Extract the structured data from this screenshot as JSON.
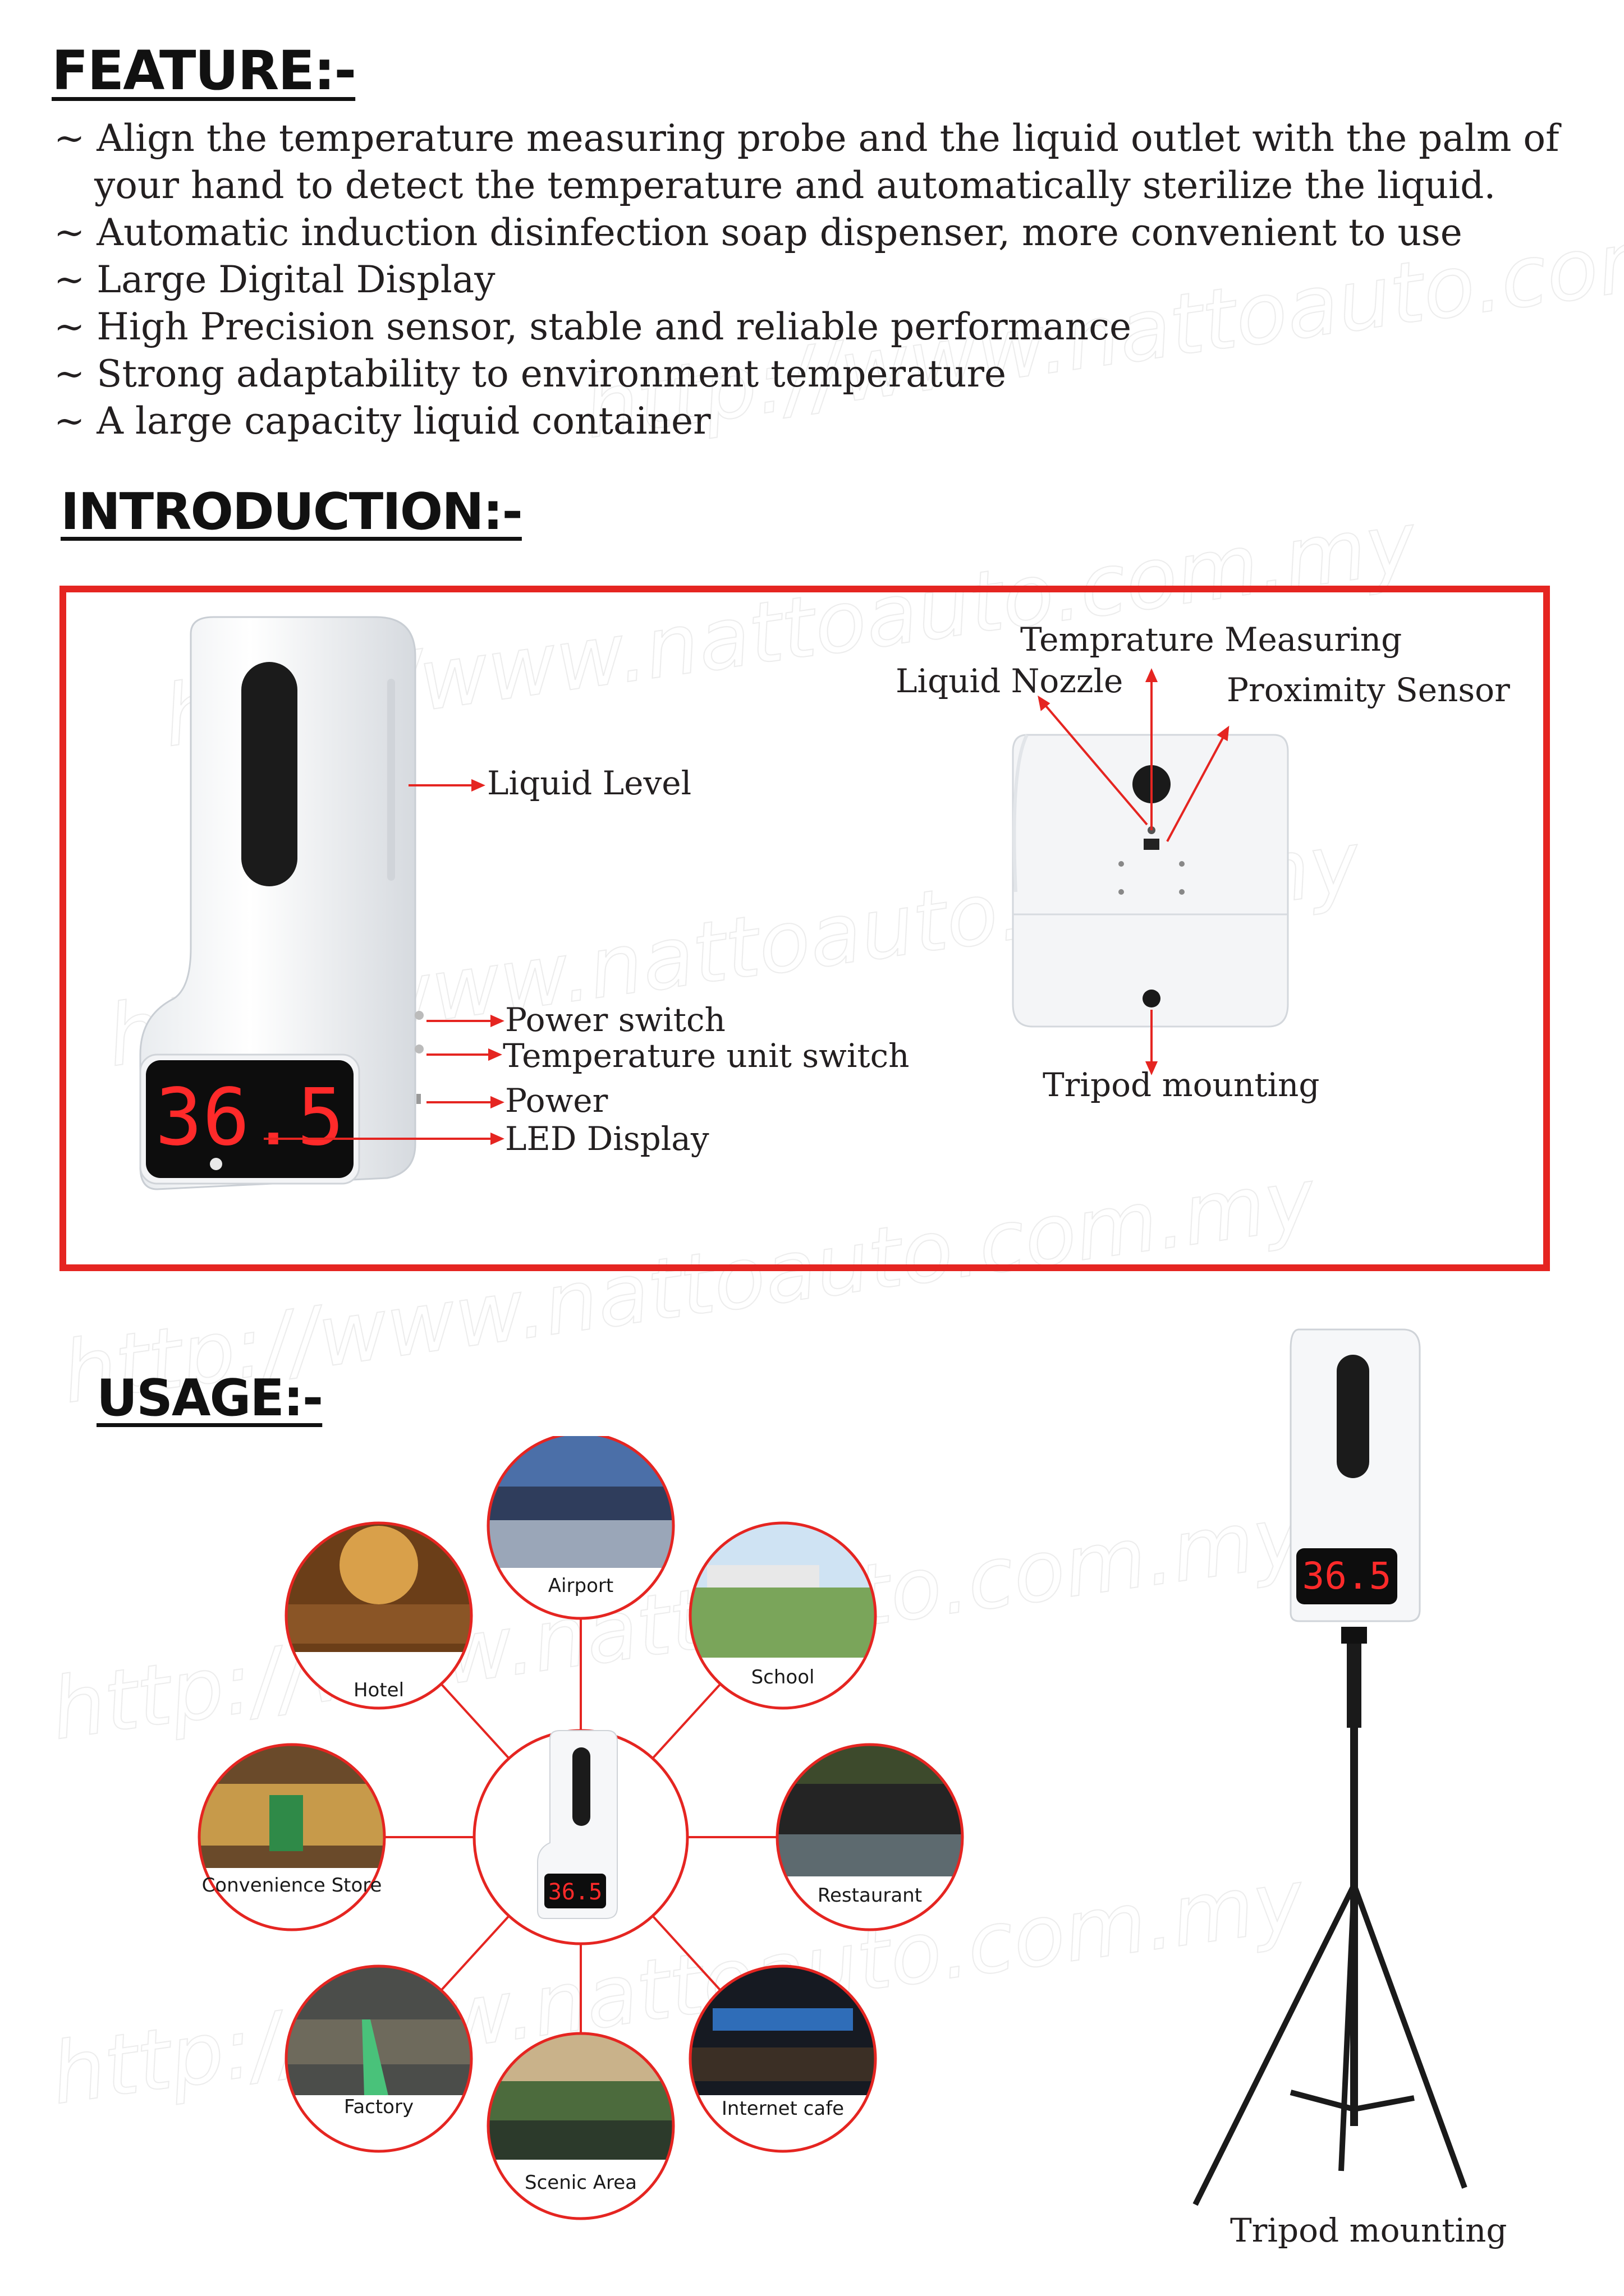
{
  "features": {
    "heading": "FEATURE:-",
    "items": [
      "~ Align the temperature measuring probe and the liquid outlet with the palm of your hand to detect the temperature and automatically sterilize the liquid.",
      "~ Automatic induction disinfection soap dispenser, more convenient to use",
      "~ Large Digital Display",
      "~ High Precision sensor, stable and reliable performance",
      "~ Strong adaptability to environment temperature",
      "~ A large capacity liquid container"
    ]
  },
  "introduction": {
    "heading": "INTRODUCTION:-",
    "display_reading": "36.5",
    "front_labels": {
      "liquid_level": "Liquid Level",
      "power_switch": "Power switch",
      "temp_unit_switch": "Temperature unit switch",
      "power": "Power",
      "led_display": "LED Display"
    },
    "back_labels": {
      "temp_measuring": "Temprature Measuring",
      "liquid_nozzle": "Liquid Nozzle",
      "proximity_sensor": "Proximity Sensor",
      "tripod_mounting": "Tripod mounting"
    }
  },
  "usage": {
    "heading": "USAGE:-",
    "center_reading": "36.5",
    "places": [
      "Airport",
      "School",
      "Restaurant",
      "Internet cafe",
      "Scenic Area",
      "Factory",
      "Convenience Store",
      "Hotel"
    ]
  },
  "tripod": {
    "reading": "36.5",
    "caption": "Tripod mounting"
  },
  "watermark": "http://www.nattoauto.com.my",
  "colors": {
    "accent_red": "#e52521",
    "text": "#231f20",
    "led_red": "#ff2a2a"
  }
}
